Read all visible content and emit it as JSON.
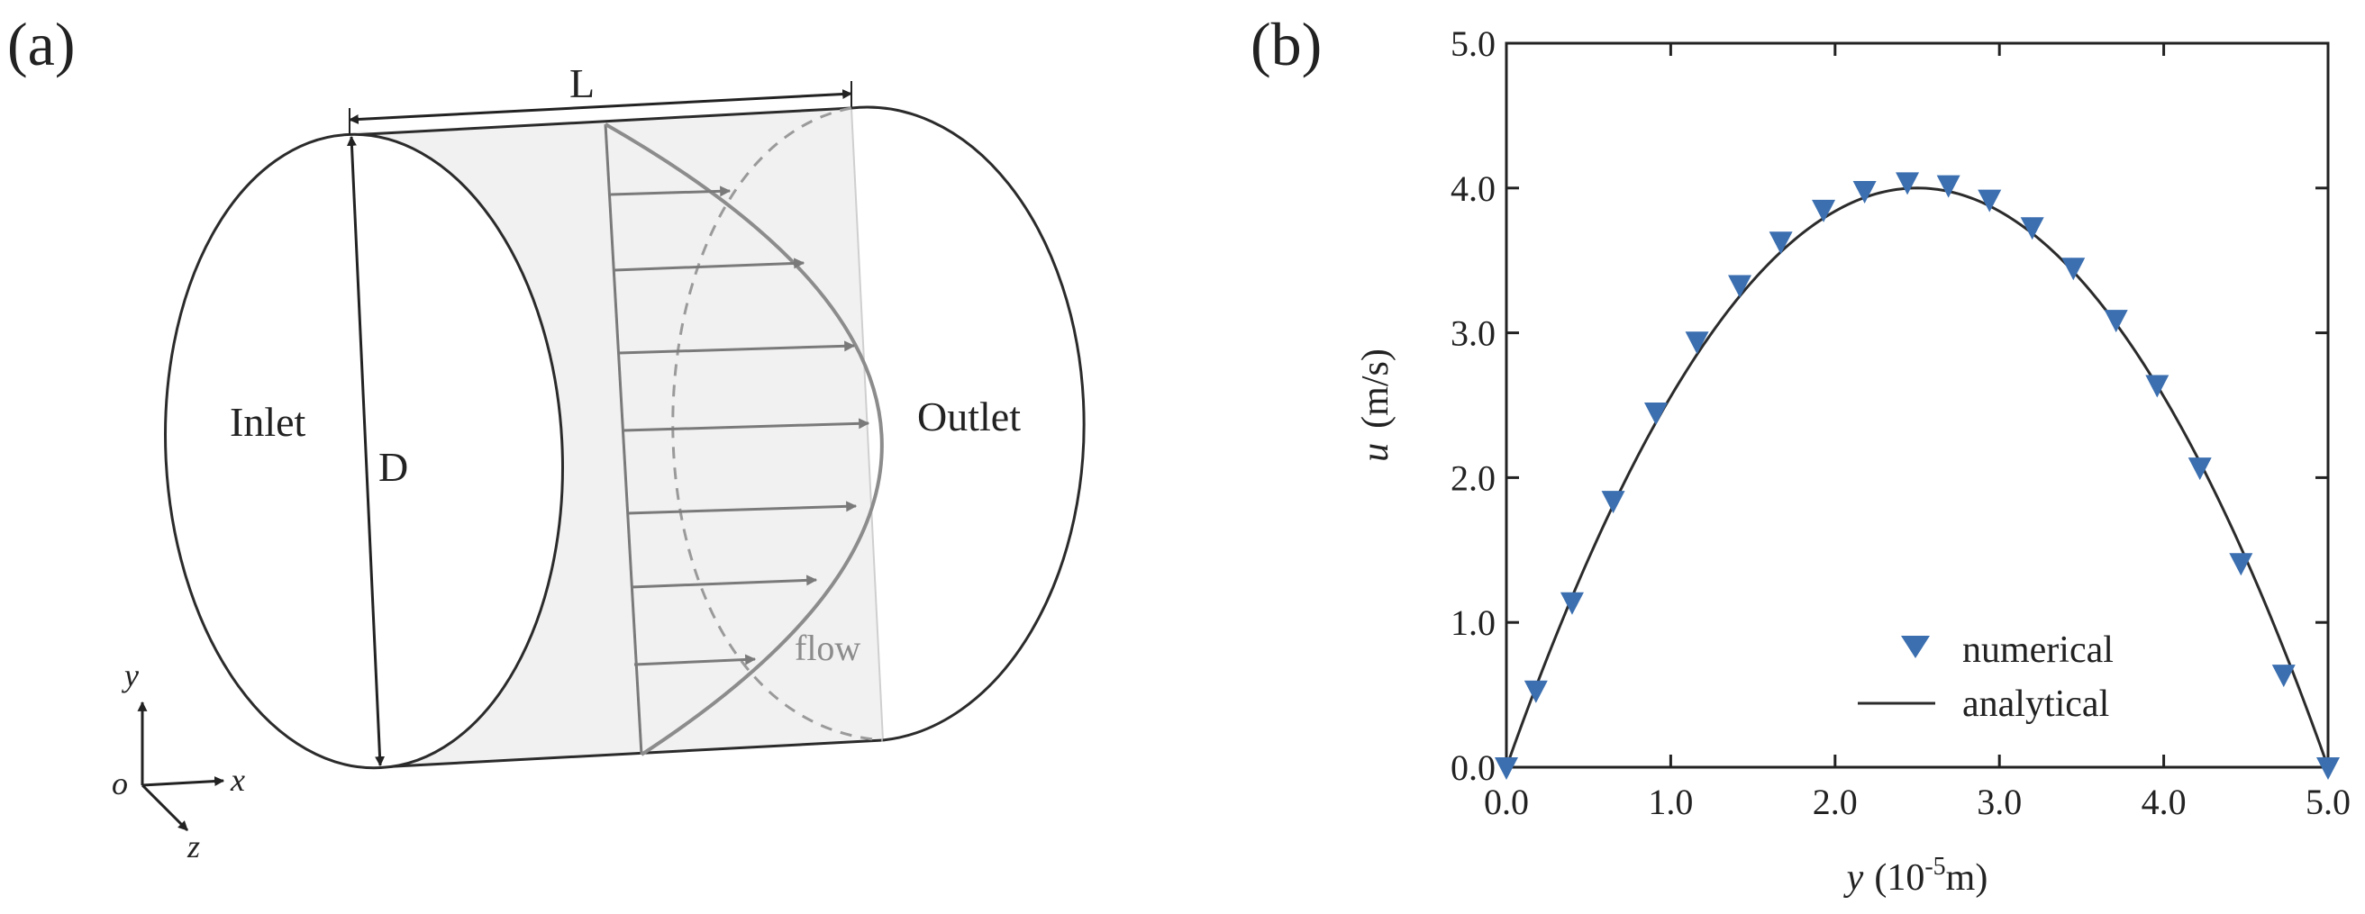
{
  "panel_a": {
    "label": "(a)",
    "length_label": "L",
    "diameter_label": "D",
    "inlet_label": "Inlet",
    "outlet_label": "Outlet",
    "flow_label": "flow",
    "axes": {
      "origin": "o",
      "x": "x",
      "y": "y",
      "z": "z"
    },
    "colors": {
      "tube_stroke": "#2b2b2b",
      "section_fill": "#f1f1f1",
      "profile": "#8c8c8c"
    }
  },
  "panel_b": {
    "label": "(b)",
    "xlabel_var": "y",
    "xlabel_unit_open": "(10",
    "xlabel_exp": "-5",
    "xlabel_unit_close": "m)",
    "ylabel_var": "u",
    "ylabel_unit": "(m/s)"
  },
  "chart_data": {
    "type": "scatter",
    "title": "",
    "xlabel": "y (10-5m)",
    "ylabel": "u (m/s)",
    "xlim": [
      0.0,
      5.0
    ],
    "ylim": [
      0.0,
      5.0
    ],
    "xticks": [
      0.0,
      1.0,
      2.0,
      3.0,
      4.0,
      5.0
    ],
    "yticks": [
      0.0,
      1.0,
      2.0,
      3.0,
      4.0,
      5.0
    ],
    "xtick_labels": [
      "0.0",
      "1.0",
      "2.0",
      "3.0",
      "4.0",
      "5.0"
    ],
    "ytick_labels": [
      "0.0",
      "1.0",
      "2.0",
      "3.0",
      "4.0",
      "5.0"
    ],
    "grid": false,
    "legend_position": "bottom-right",
    "series": [
      {
        "name": "numerical",
        "kind": "marker",
        "marker": "triangle-down",
        "color": "#3b6fb0",
        "x": [
          0.0,
          0.18,
          0.4,
          0.65,
          0.91,
          1.16,
          1.42,
          1.67,
          1.93,
          2.18,
          2.44,
          2.69,
          2.94,
          3.2,
          3.45,
          3.71,
          3.96,
          4.22,
          4.47,
          4.73,
          5.0
        ],
        "y": [
          0.0,
          0.53,
          1.14,
          1.84,
          2.45,
          2.94,
          3.33,
          3.63,
          3.85,
          3.98,
          4.04,
          4.02,
          3.92,
          3.73,
          3.45,
          3.09,
          2.64,
          2.07,
          1.41,
          0.64,
          0.0
        ]
      },
      {
        "name": "analytical",
        "kind": "line",
        "color": "#2b2b2b",
        "equation": "u = 16*y*(5-y)/25",
        "x": [
          0.0,
          0.25,
          0.5,
          0.75,
          1.0,
          1.25,
          1.5,
          1.75,
          2.0,
          2.25,
          2.5,
          2.75,
          3.0,
          3.25,
          3.5,
          3.75,
          4.0,
          4.25,
          4.5,
          4.75,
          5.0
        ],
        "y": [
          0.0,
          0.76,
          1.44,
          2.04,
          2.56,
          3.0,
          3.36,
          3.64,
          3.84,
          3.96,
          4.0,
          3.96,
          3.84,
          3.64,
          3.36,
          3.0,
          2.56,
          2.04,
          1.44,
          0.76,
          0.0
        ]
      }
    ]
  }
}
